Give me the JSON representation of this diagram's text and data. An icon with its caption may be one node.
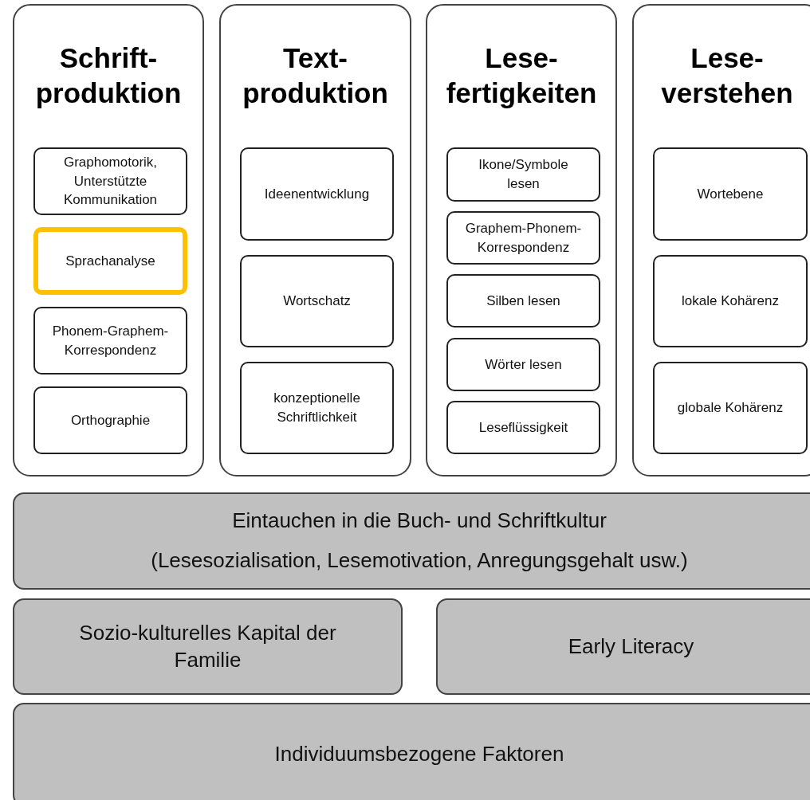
{
  "diagram": {
    "nodes": [
      {
        "text": [
          "Schrift- produktion"
        ]
      },
      {
        "text": [
          "Graphomotorik, Unterstützte Kommunikation"
        ],
        "in": 0
      },
      {
        "text": [
          "Sprachanalyse"
        ],
        "in": 0
      },
      {
        "text": [
          "Phonem-Graphem-Korrespondenz"
        ],
        "in": 0
      },
      {
        "text": [
          "Orthographie"
        ],
        "in": 0
      },
      {
        "text": [
          "Text- produktion"
        ]
      },
      {
        "text": [
          "Ideenentwicklung"
        ],
        "in": 5
      },
      {
        "text": [
          "Wortschatz"
        ],
        "in": 5
      },
      {
        "text": [
          "konzeptionelle Schriftlichkeit"
        ],
        "in": 5
      },
      {
        "text": [
          "Lese- fertigkeiten"
        ]
      },
      {
        "text": [
          "Ikone/Symbole lesen"
        ],
        "in": 9
      },
      {
        "text": [
          "Graphem-Phonem-Korrespondenz"
        ],
        "in": 9
      },
      {
        "text": [
          "Silben lesen"
        ],
        "in": 9
      },
      {
        "text": [
          "Wörter lesen"
        ],
        "in": 9
      },
      {
        "text": [
          "Leseflüssigkeit"
        ],
        "in": 9
      },
      {
        "text": [
          "Lese- verstehen"
        ]
      },
      {
        "text": [
          "Wortebene"
        ],
        "in": 15
      },
      {
        "text": [
          "lokale Kohärenz"
        ],
        "in": 15
      },
      {
        "text": [
          "globale Kohärenz"
        ],
        "in": 15
      },
      {
        "text": [
          "Eintauchen in die Buch- und Schriftkultur",
          "(Lesesozialisation, Lesemotivation, Anregungsgehalt usw.)"
        ]
      },
      {
        "text": [
          "Sozio-kulturelles Kapital der Familie"
        ]
      },
      {
        "text": [
          "Early Literacy"
        ]
      },
      {
        "text": [
          "Individuumsbezogene Faktoren"
        ]
      }
    ],
    "edges": []
  }
}
